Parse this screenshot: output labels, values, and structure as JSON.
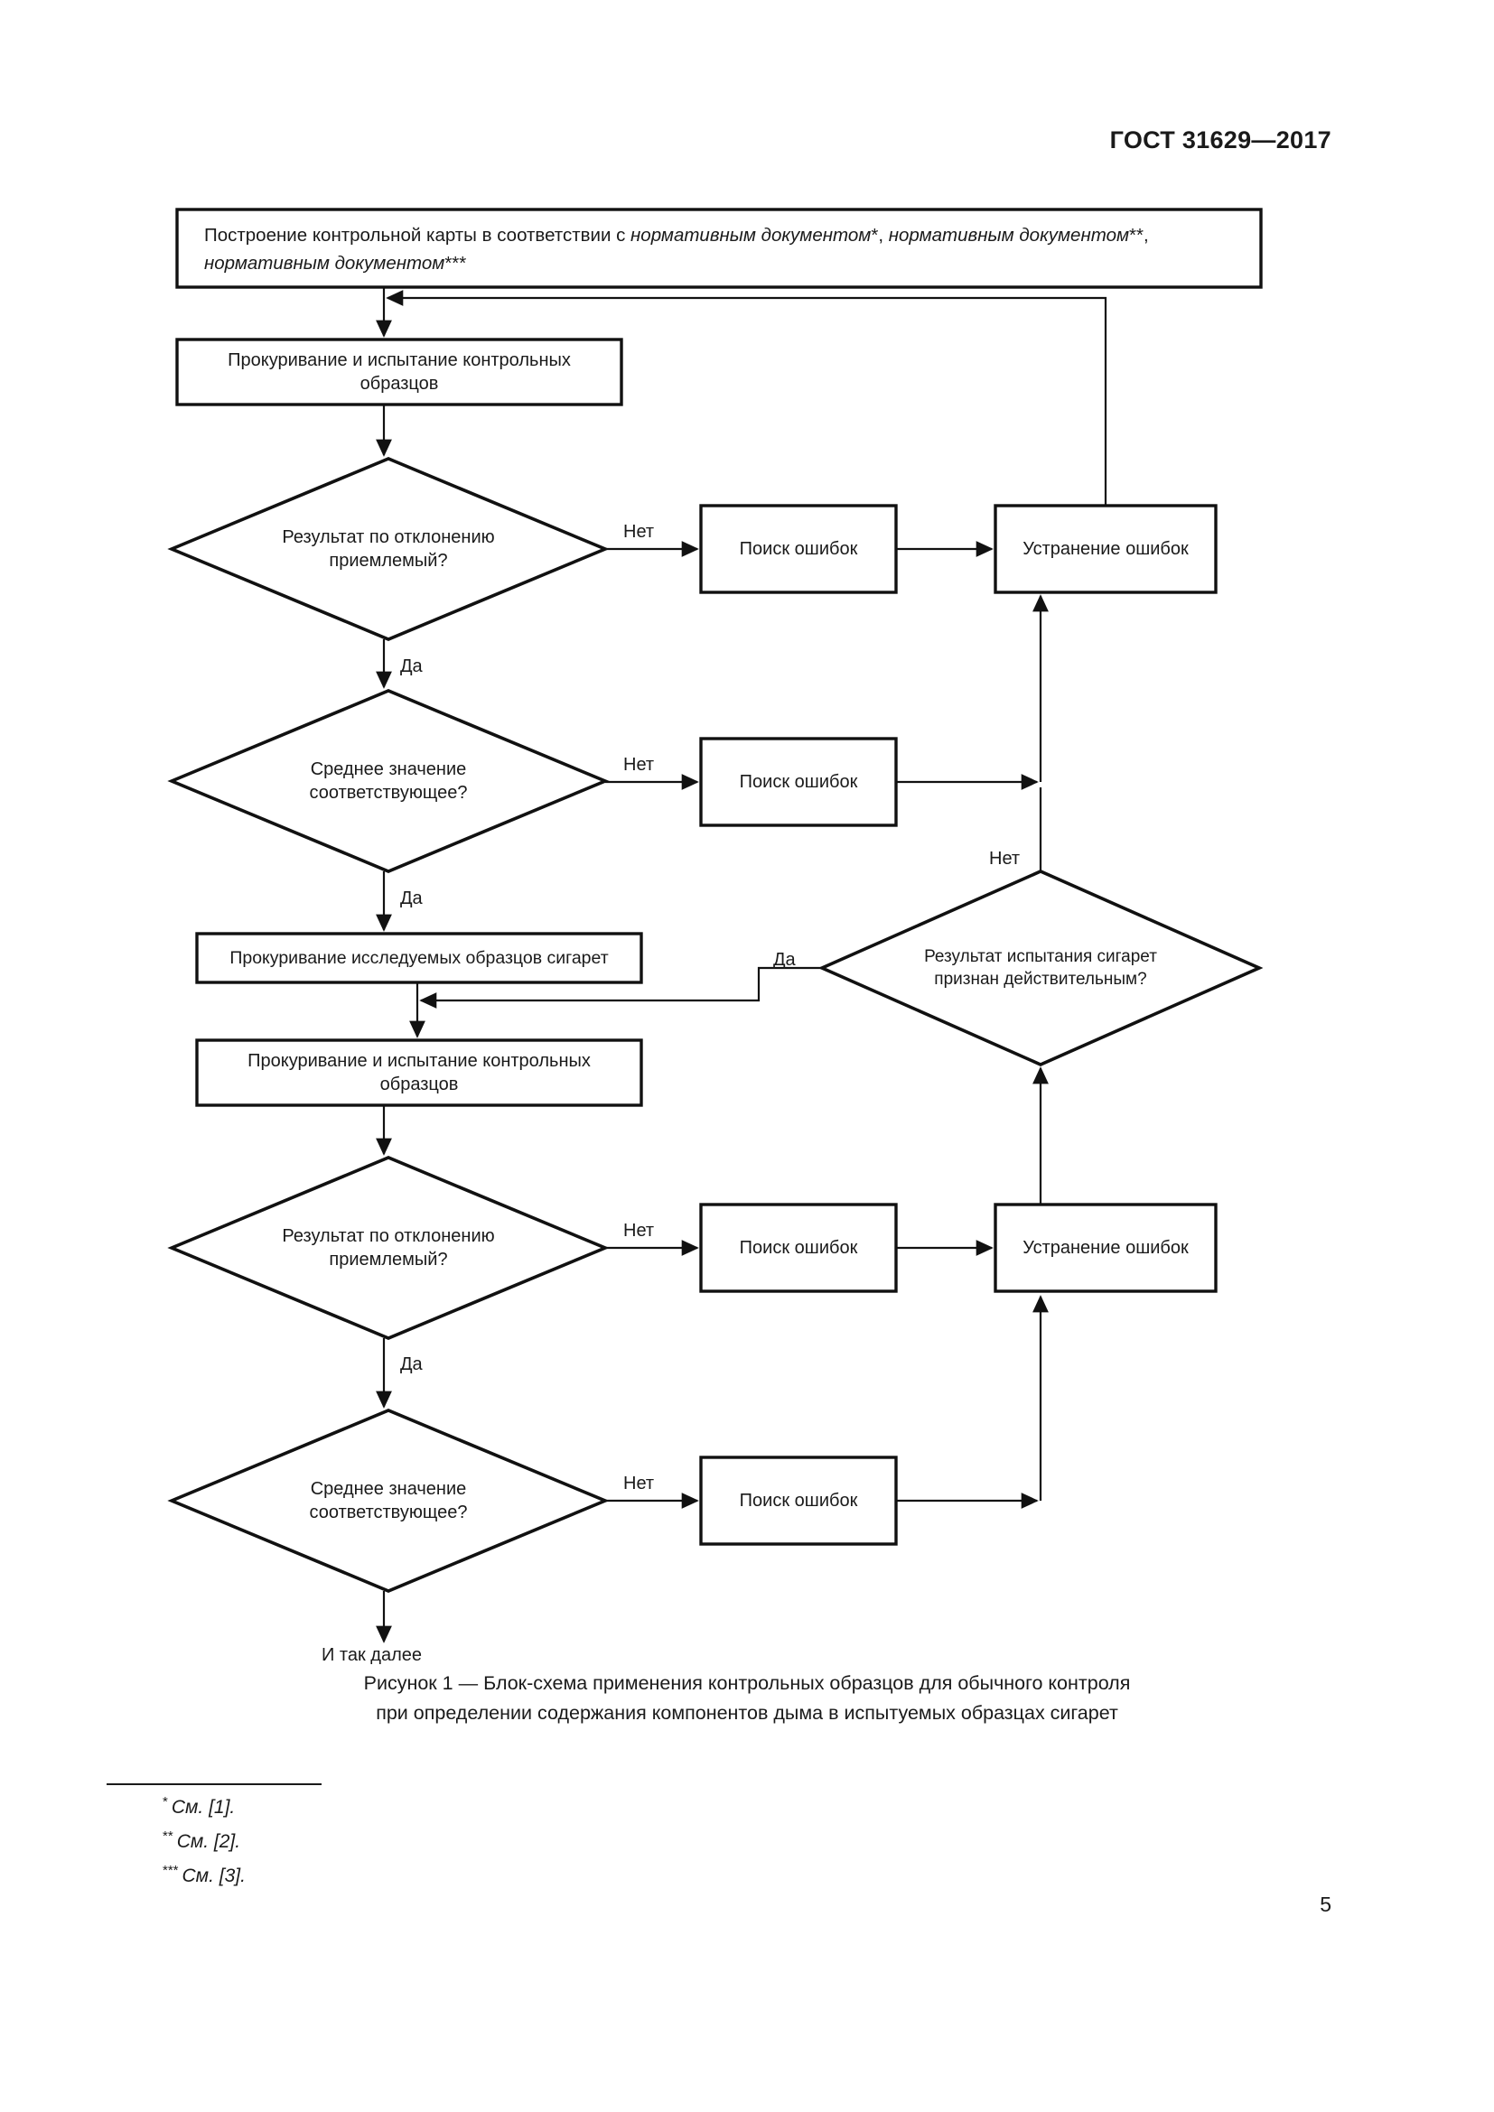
{
  "header": {
    "standard_id": "ГОСТ 31629—2017"
  },
  "flowchart": {
    "nodes": {
      "build_control_chart": {
        "type": "process",
        "text_plain": "Построение контрольной карты в соответствии с нормативным документом*, нормативным документом**, нормативным документом***",
        "line1_prefix": "Построение контрольной карты в соответствии с ",
        "line1_italic_a": "нормативным документом",
        "line1_sup_a": "*",
        "line1_mid": ", ",
        "line1_italic_b": "нормативным документом",
        "line1_sup_b": "**",
        "line1_suffix": ",",
        "line2_italic": "нормативным документом",
        "line2_sup": "***"
      },
      "smoke_test_control_1": {
        "type": "process",
        "text": "Прокуривание и испытание контрольных образцов"
      },
      "deviation_ok_1": {
        "type": "decision",
        "text": "Результат по отклонению приемлемый?"
      },
      "mean_ok_1": {
        "type": "decision",
        "text": "Среднее значение соответствующее?"
      },
      "find_errors_1": {
        "type": "process",
        "text": "Поиск ошибок"
      },
      "find_errors_2": {
        "type": "process",
        "text": "Поиск ошибок"
      },
      "fix_errors_1": {
        "type": "process",
        "text": "Устранение ошибок"
      },
      "smoke_test_cigarettes": {
        "type": "process",
        "text": "Прокуривание исследуемых образцов сигарет"
      },
      "test_valid": {
        "type": "decision",
        "text": "Результат испытания сигарет признан действительным?"
      },
      "smoke_test_control_2": {
        "type": "process",
        "text": "Прокуривание  и испытание контрольных образцов"
      },
      "deviation_ok_2": {
        "type": "decision",
        "text": "Результат по отклонению приемлемый?"
      },
      "mean_ok_2": {
        "type": "decision",
        "text": "Среднее значение соответствующее?"
      },
      "find_errors_3": {
        "type": "process",
        "text": "Поиск ошибок"
      },
      "find_errors_4": {
        "type": "process",
        "text": "Поиск ошибок"
      },
      "fix_errors_2": {
        "type": "process",
        "text": "Устранение ошибок"
      },
      "and_so_on": {
        "type": "terminal",
        "text": "И так далее"
      }
    },
    "edge_labels": {
      "no_1": "Нет",
      "yes_1": "Да",
      "no_2": "Нет",
      "yes_2": "Да",
      "no_valid": "Нет",
      "yes_valid": "Да",
      "no_3": "Нет",
      "yes_3": "Да",
      "no_4": "Нет"
    },
    "colors": {
      "stroke": "#111111",
      "fill": "#ffffff",
      "text": "#1a1a1a"
    }
  },
  "caption": {
    "line1": "Рисунок 1 — Блок-схема применения контрольных образцов для обычного контроля",
    "line2": "при определении содержания компонентов дыма в испытуемых образцах сигарет"
  },
  "footnotes": [
    {
      "marker": "*",
      "text": "См. [1]."
    },
    {
      "marker": "**",
      "text": "См. [2]."
    },
    {
      "marker": "***",
      "text": "См. [3]."
    }
  ],
  "folio": {
    "page_number": "5"
  }
}
